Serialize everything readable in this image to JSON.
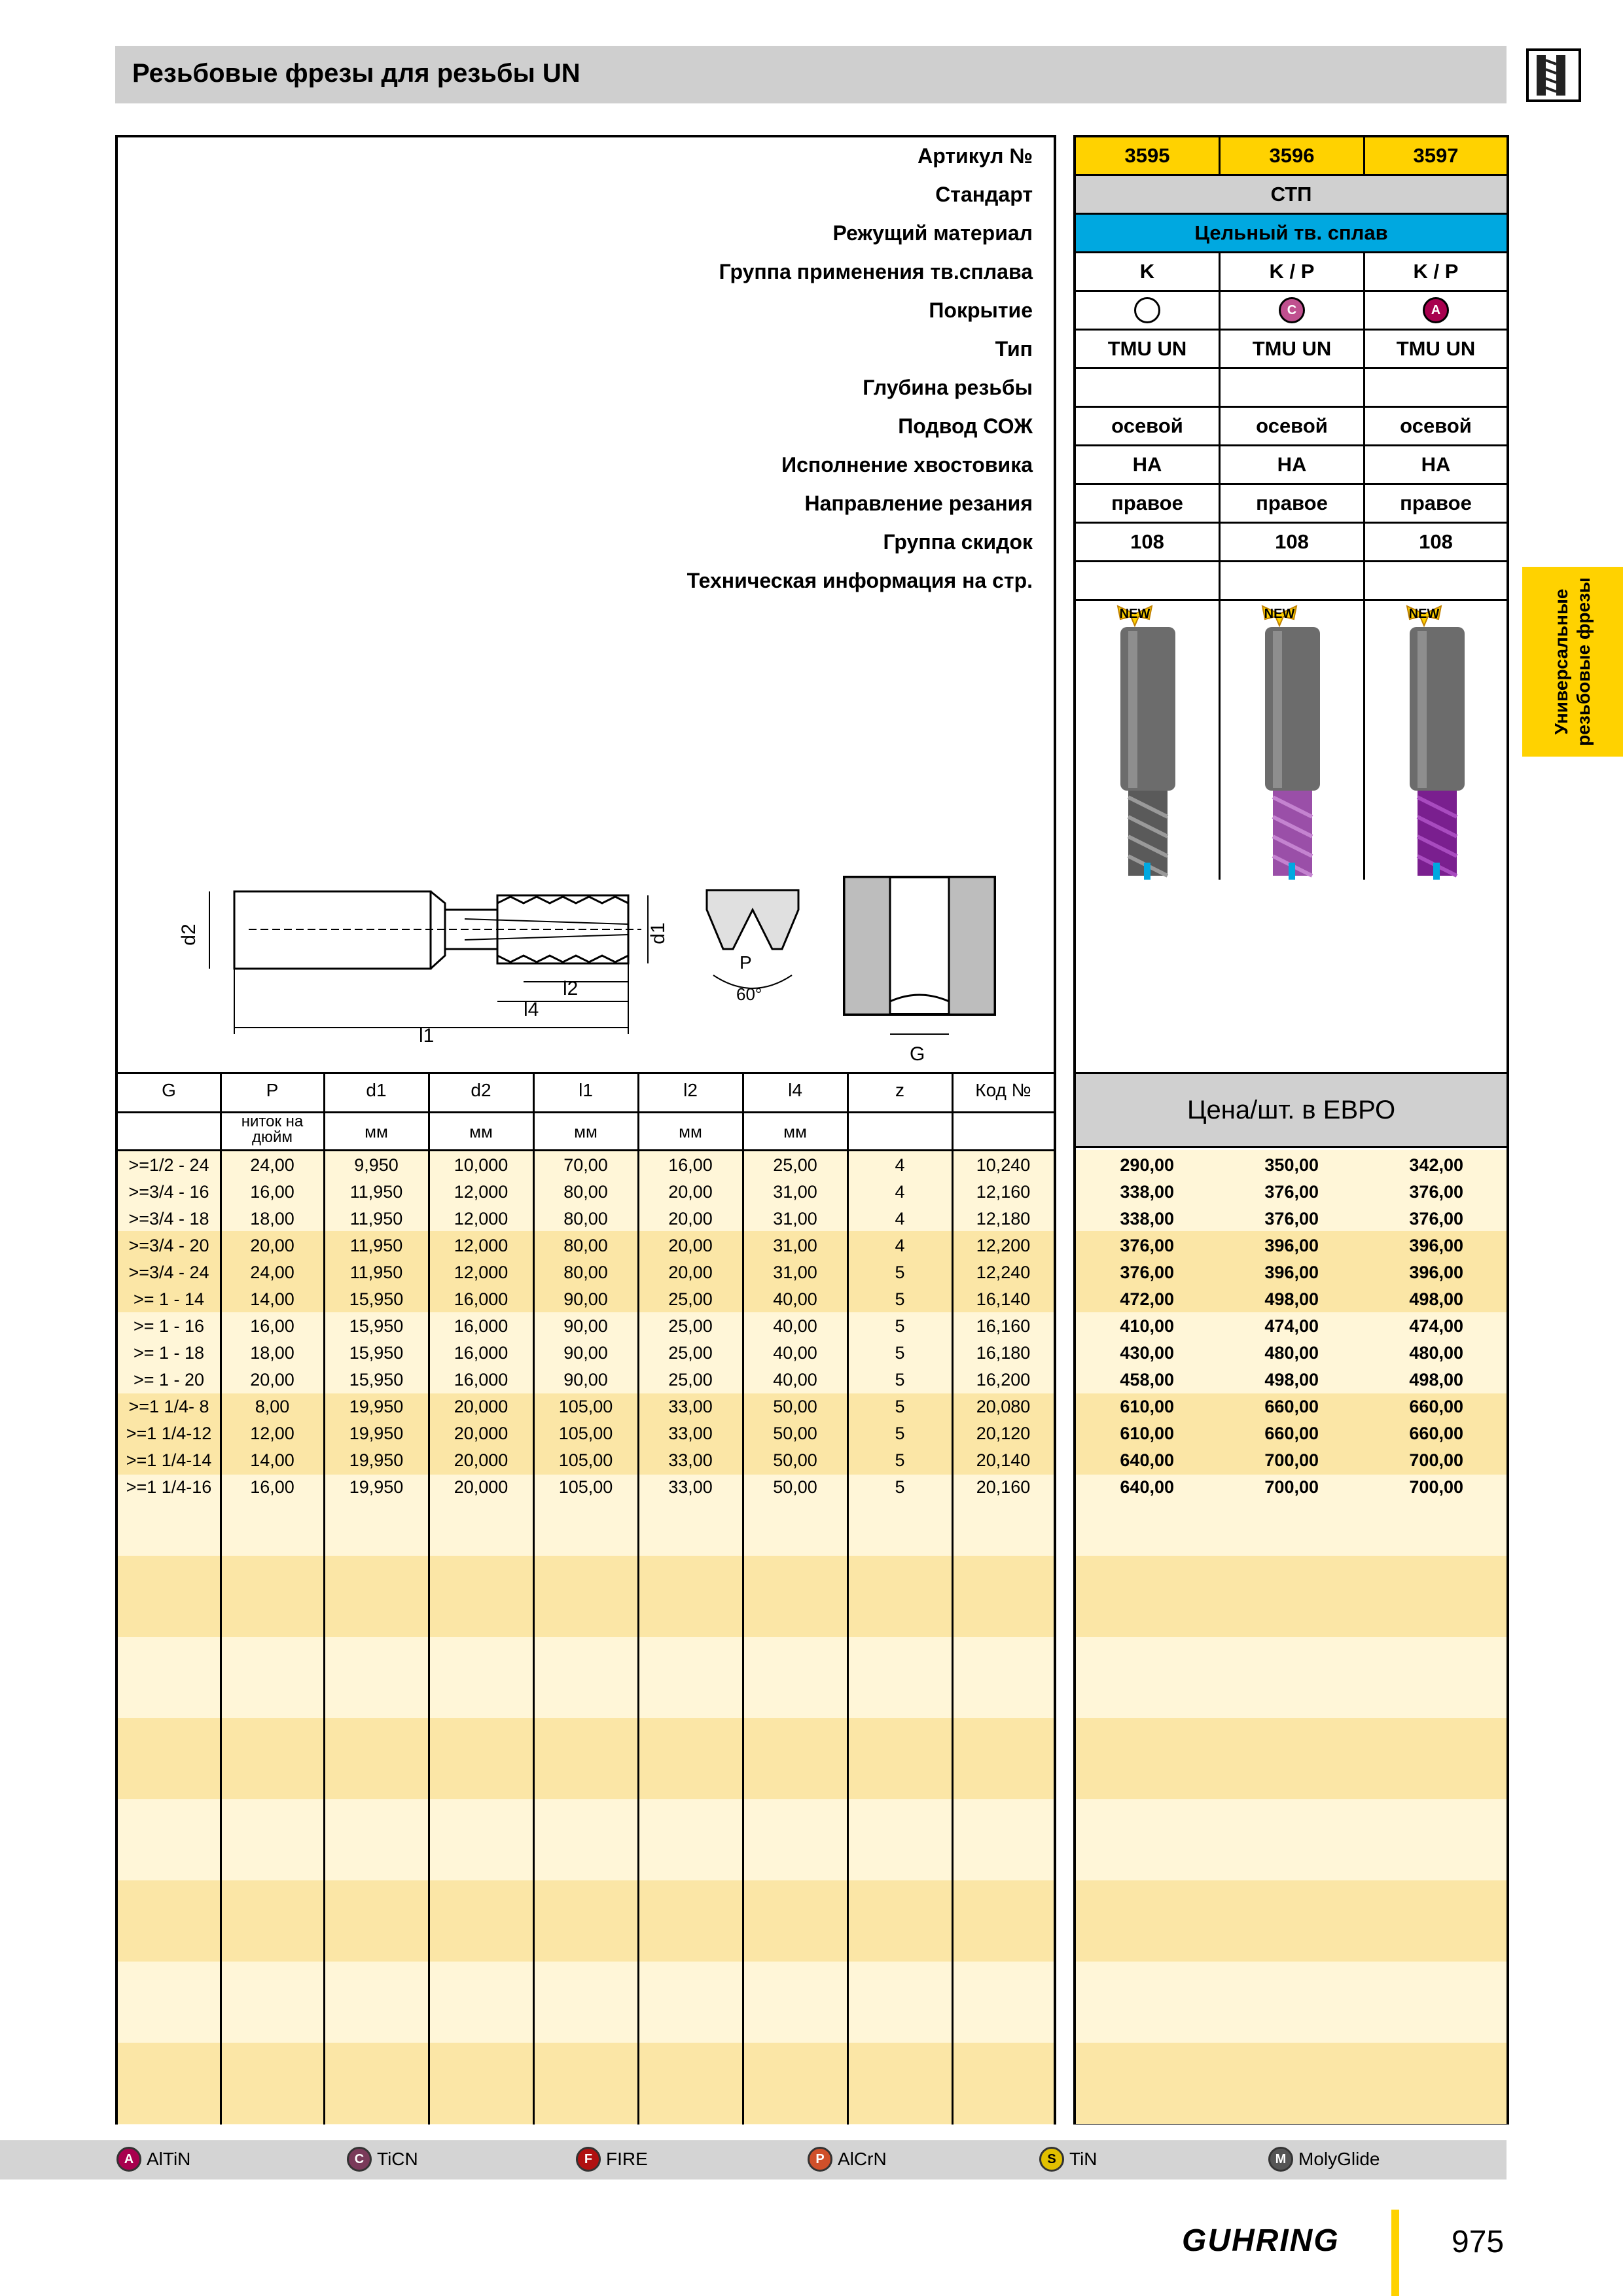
{
  "header": {
    "title": "Резьбовые фрезы для резьбы UN"
  },
  "side_tab": {
    "text": "Универсальные резьбовые фрезы"
  },
  "specs": {
    "labels": [
      "Артикул №",
      "Стандарт",
      "Режущий материал",
      "Группа применения тв.сплава",
      "Покрытие",
      "Тип",
      "Глубина резьбы",
      "Подвод СОЖ",
      "Исполнение хвостовика",
      "Направление резания",
      "Группа скидок",
      "Техническая информация на стр."
    ],
    "articles": [
      "3595",
      "3596",
      "3597"
    ],
    "standard": "СТП",
    "material": "Цельный тв. сплав",
    "groups": [
      "K",
      "K / P",
      "K / P"
    ],
    "coatings": [
      {
        "letter": "",
        "color": "#ffffff"
      },
      {
        "letter": "C",
        "color": "#c0508f"
      },
      {
        "letter": "A",
        "color": "#a8004e"
      }
    ],
    "types": [
      "TMU UN",
      "TMU UN",
      "TMU UN"
    ],
    "coolant": [
      "осевой",
      "осевой",
      "осевой"
    ],
    "shank": [
      "HA",
      "HA",
      "HA"
    ],
    "direction": [
      "правое",
      "правое",
      "правое"
    ],
    "discount": [
      "108",
      "108",
      "108"
    ],
    "new_badge": "NEW"
  },
  "diagram": {
    "d2": "d2",
    "d1": "d1",
    "l2": "l2",
    "l4": "l4",
    "l1": "l1",
    "p": "P",
    "angle": "60°",
    "g": "G"
  },
  "table": {
    "headers": [
      "G",
      "P",
      "d1",
      "d2",
      "l1",
      "l2",
      "l4",
      "z",
      "Код №"
    ],
    "units": [
      "",
      "ниток на дюйм",
      "мм",
      "мм",
      "мм",
      "мм",
      "мм",
      "",
      ""
    ],
    "price_header": "Цена/шт. в ЕВРО",
    "rows": [
      [
        ">=1/2 - 24",
        "24,00",
        "9,950",
        "10,000",
        "70,00",
        "16,00",
        "25,00",
        "4",
        "10,240"
      ],
      [
        ">=3/4 - 16",
        "16,00",
        "11,950",
        "12,000",
        "80,00",
        "20,00",
        "31,00",
        "4",
        "12,160"
      ],
      [
        ">=3/4 - 18",
        "18,00",
        "11,950",
        "12,000",
        "80,00",
        "20,00",
        "31,00",
        "4",
        "12,180"
      ],
      [
        ">=3/4 - 20",
        "20,00",
        "11,950",
        "12,000",
        "80,00",
        "20,00",
        "31,00",
        "4",
        "12,200"
      ],
      [
        ">=3/4 - 24",
        "24,00",
        "11,950",
        "12,000",
        "80,00",
        "20,00",
        "31,00",
        "5",
        "12,240"
      ],
      [
        ">= 1 - 14",
        "14,00",
        "15,950",
        "16,000",
        "90,00",
        "25,00",
        "40,00",
        "5",
        "16,140"
      ],
      [
        ">= 1 - 16",
        "16,00",
        "15,950",
        "16,000",
        "90,00",
        "25,00",
        "40,00",
        "5",
        "16,160"
      ],
      [
        ">= 1 - 18",
        "18,00",
        "15,950",
        "16,000",
        "90,00",
        "25,00",
        "40,00",
        "5",
        "16,180"
      ],
      [
        ">= 1 - 20",
        "20,00",
        "15,950",
        "16,000",
        "90,00",
        "25,00",
        "40,00",
        "5",
        "16,200"
      ],
      [
        ">=1 1/4- 8",
        "8,00",
        "19,950",
        "20,000",
        "105,00",
        "33,00",
        "50,00",
        "5",
        "20,080"
      ],
      [
        ">=1 1/4-12",
        "12,00",
        "19,950",
        "20,000",
        "105,00",
        "33,00",
        "50,00",
        "5",
        "20,120"
      ],
      [
        ">=1 1/4-14",
        "14,00",
        "19,950",
        "20,000",
        "105,00",
        "33,00",
        "50,00",
        "5",
        "20,140"
      ],
      [
        ">=1 1/4-16",
        "16,00",
        "19,950",
        "20,000",
        "105,00",
        "33,00",
        "50,00",
        "5",
        "20,160"
      ]
    ],
    "prices": [
      [
        "290,00",
        "350,00",
        "342,00"
      ],
      [
        "338,00",
        "376,00",
        "376,00"
      ],
      [
        "338,00",
        "376,00",
        "376,00"
      ],
      [
        "376,00",
        "396,00",
        "396,00"
      ],
      [
        "376,00",
        "396,00",
        "396,00"
      ],
      [
        "472,00",
        "498,00",
        "498,00"
      ],
      [
        "410,00",
        "474,00",
        "474,00"
      ],
      [
        "430,00",
        "480,00",
        "480,00"
      ],
      [
        "458,00",
        "498,00",
        "498,00"
      ],
      [
        "610,00",
        "660,00",
        "660,00"
      ],
      [
        "610,00",
        "660,00",
        "660,00"
      ],
      [
        "640,00",
        "700,00",
        "700,00"
      ],
      [
        "640,00",
        "700,00",
        "700,00"
      ]
    ]
  },
  "legend": [
    {
      "letter": "A",
      "label": "AlTiN",
      "color": "#a8004e"
    },
    {
      "letter": "C",
      "label": "TiCN",
      "color": "#7a3a5a"
    },
    {
      "letter": "F",
      "label": "FIRE",
      "color": "#b01010"
    },
    {
      "letter": "P",
      "label": "AlCrN",
      "color": "#d0502a"
    },
    {
      "letter": "S",
      "label": "TiN",
      "color": "#e2c000"
    },
    {
      "letter": "M",
      "label": "MolyGlide",
      "color": "#555555"
    }
  ],
  "footer": {
    "brand": "GUHRING",
    "page": "975"
  }
}
